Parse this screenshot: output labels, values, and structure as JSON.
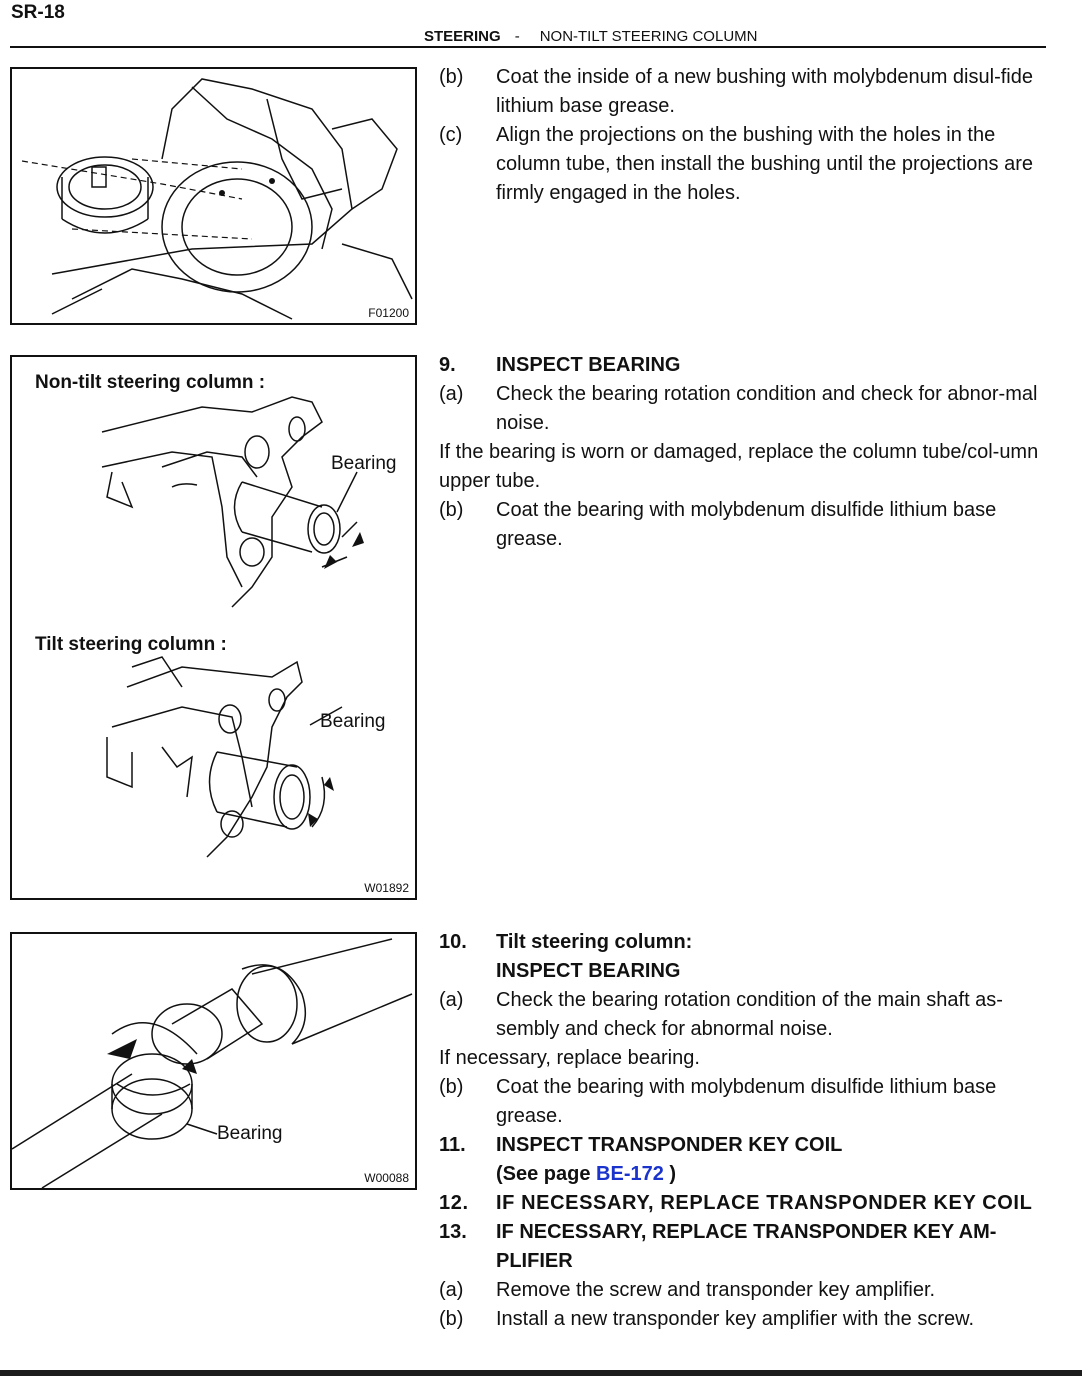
{
  "page": {
    "page_id": "SR-18",
    "section": "STEERING",
    "separator": "-",
    "subsection": "NON-TILT STEERING COLUMN"
  },
  "figures": {
    "fig1": {
      "code": "F01200"
    },
    "fig2": {
      "code": "W01892",
      "label_nontilt": "Non-tilt  steering column :",
      "label_tilt": "Tilt steering column :",
      "callout_1": "Bearing",
      "callout_2": "Bearing"
    },
    "fig3": {
      "code": "W00088",
      "callout": "Bearing"
    }
  },
  "block1": {
    "b": {
      "label": "(b)",
      "text": "Coat the inside of a new bushing with molybdenum disul-fide lithium base grease."
    },
    "c": {
      "label": "(c)",
      "text": "Align the projections on the bushing with the holes in the column tube, then install the bushing until the projections are firmly engaged in the holes."
    }
  },
  "block2": {
    "num": "9.",
    "title": "INSPECT BEARING",
    "a": {
      "label": "(a)",
      "text": "Check the bearing rotation condition and check for abnor-mal noise."
    },
    "note": "If the bearing is worn or damaged, replace the column tube/col-umn upper tube.",
    "b": {
      "label": "(b)",
      "text": "Coat the bearing with molybdenum disulfide lithium base grease."
    }
  },
  "block3": {
    "s10": {
      "num": "10.",
      "title_1": "Tilt steering column:",
      "title_2": "INSPECT BEARING"
    },
    "a": {
      "label": "(a)",
      "text": "Check the bearing rotation condition of the main shaft as-sembly and check for abnormal noise."
    },
    "note": "If necessary, replace bearing.",
    "b": {
      "label": "(b)",
      "text": "Coat the bearing with molybdenum disulfide lithium base grease."
    },
    "s11": {
      "num": "11.",
      "title": "INSPECT TRANSPONDER KEY COIL",
      "see_prefix": "(See page ",
      "see_link": "BE-172",
      "see_suffix": " )"
    },
    "s12": {
      "num": "12.",
      "title": "IF NECESSARY, REPLACE TRANSPONDER KEY COIL"
    },
    "s13": {
      "num": "13.",
      "title": "IF NECESSARY, REPLACE TRANSPONDER KEY AM-PLIFIER"
    },
    "s13a": {
      "label": "(a)",
      "text": "Remove the screw and transponder key amplifier."
    },
    "s13b": {
      "label": "(b)",
      "text": "Install a new transponder key amplifier with the screw."
    }
  }
}
